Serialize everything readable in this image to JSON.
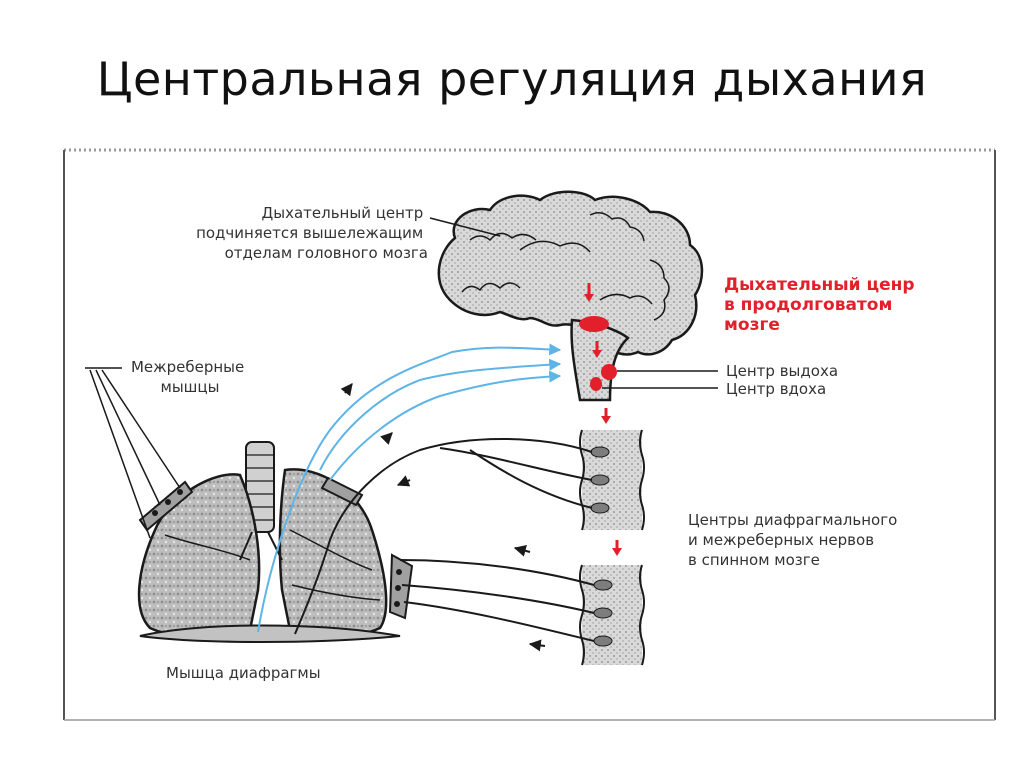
{
  "title": "Центральная регуляция дыхания",
  "labels": {
    "higher_brain": [
      "Дыхательный центр",
      "подчиняется вышележащим",
      "отделам головного мозга"
    ],
    "medulla_center": [
      "Дыхательный ценр",
      "в продолговатом",
      "мозге"
    ],
    "exhale_center": "Центр выдоха",
    "inhale_center": "Центр вдоха",
    "intercostal_muscles": [
      "Межреберные",
      "мышцы"
    ],
    "spinal_centers": [
      "Центры диафрагмального",
      "и межреберных нервов",
      "в спинном мозге"
    ],
    "diaphragm": "Мышца диафрагмы"
  },
  "colors": {
    "red": "#e2202b",
    "afferent_blue": "#5fb4e6",
    "tissue_gray": "#c8c8c8",
    "outline": "#1a1a1a"
  }
}
